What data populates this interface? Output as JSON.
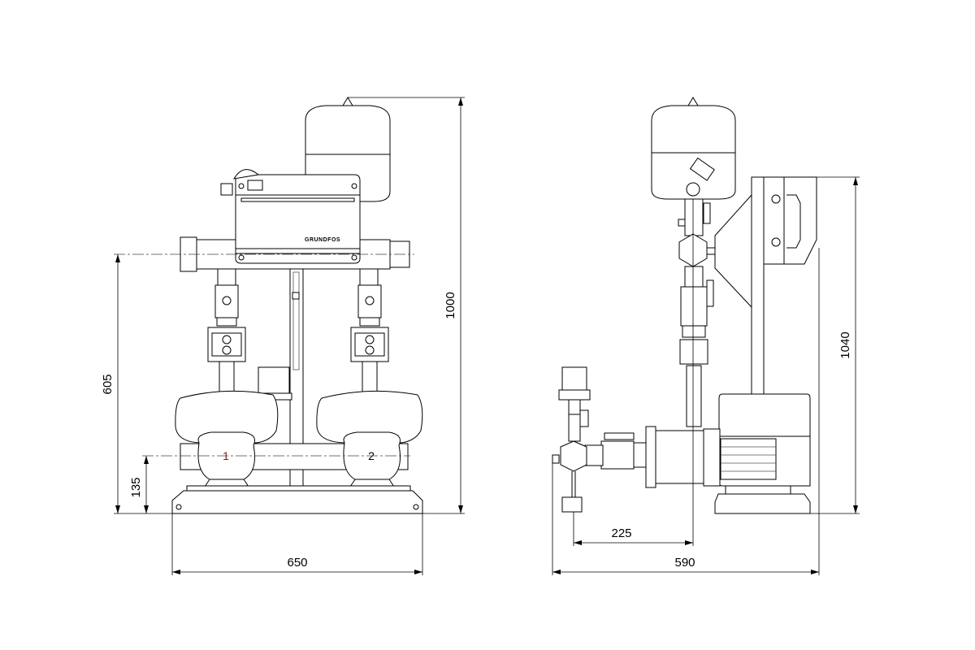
{
  "front_view": {
    "pump_labels": [
      "1",
      "2"
    ],
    "logo_text": "GRUNDFOS",
    "dimensions": {
      "width": "650",
      "manifold_height": "605",
      "suction_height": "135",
      "total_height": "1000"
    }
  },
  "side_view": {
    "dimensions": {
      "depth": "590",
      "pump_offset": "225",
      "total_height": "1040"
    }
  },
  "colors": {
    "line": "#000000",
    "pump_1_label": "#8b1a1a",
    "background": "#ffffff"
  }
}
